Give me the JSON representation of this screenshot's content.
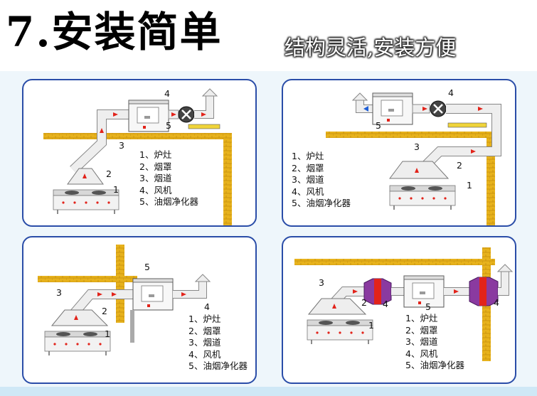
{
  "header": {
    "title": "7.安装简单",
    "subtitle": "结构灵活,安装方便"
  },
  "legend": [
    "1、炉灶",
    "2、烟罩",
    "3、烟道",
    "4、风机",
    "5、油烟净化器"
  ],
  "labels": {
    "n1": "1",
    "n2": "2",
    "n3": "3",
    "n4": "4",
    "n5": "5"
  },
  "colors": {
    "panel_border": "#2a4da8",
    "wall": "#e7b21c",
    "duct": "#eeeeee",
    "arrow": "#e2231a",
    "filter": "#8a3aa0"
  }
}
